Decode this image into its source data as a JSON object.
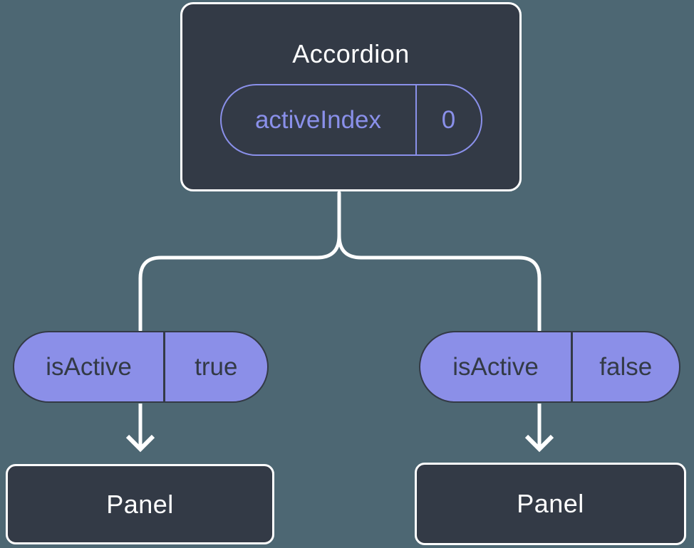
{
  "diagram": {
    "root": {
      "label": "Accordion",
      "state": {
        "name": "activeIndex",
        "value": "0"
      }
    },
    "branches": [
      {
        "prop": {
          "name": "isActive",
          "value": "true"
        },
        "child": {
          "label": "Panel"
        }
      },
      {
        "prop": {
          "name": "isActive",
          "value": "false"
        },
        "child": {
          "label": "Panel"
        }
      }
    ],
    "colors": {
      "background": "#4d6773",
      "node_fill": "#333a46",
      "node_border": "#ffffff",
      "pill_fill": "#8b8fe8",
      "accent_purple": "#8a90ea",
      "connector": "#ffffff",
      "dark_text": "#333a46",
      "light_text": "#ffffff"
    }
  }
}
